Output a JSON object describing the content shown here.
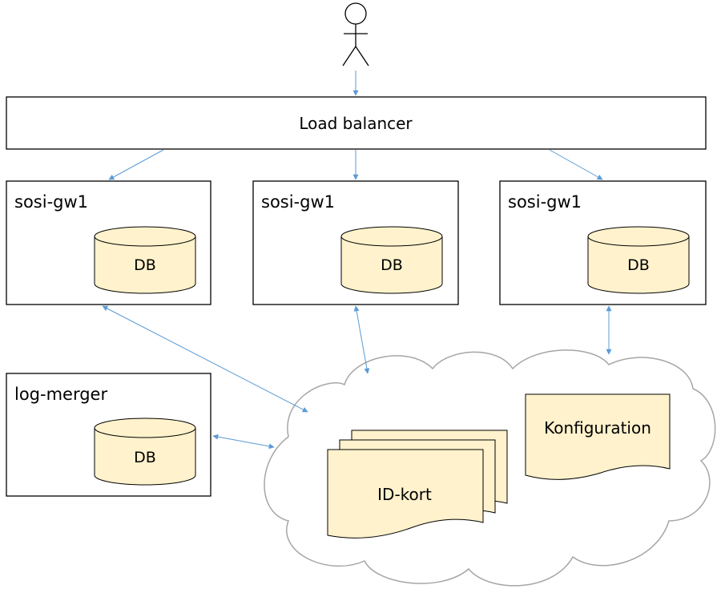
{
  "colors": {
    "arrow": "#5b9bd5",
    "box_stroke": "#000000",
    "db_fill": "#fff2cc",
    "db_stroke": "#000000",
    "cloud_stroke": "#a6a6a6",
    "user_stroke": "#000000"
  },
  "user": {
    "icon": "stick-figure-user-icon"
  },
  "load_balancer": {
    "label": "Load balancer"
  },
  "gateways": [
    {
      "title": "sosi-gw1",
      "db_label": "DB"
    },
    {
      "title": "sosi-gw1",
      "db_label": "DB"
    },
    {
      "title": "sosi-gw1",
      "db_label": "DB"
    }
  ],
  "log_merger": {
    "title": "log-merger",
    "db_label": "DB"
  },
  "cloud": {
    "id_cards": {
      "label": "ID-kort"
    },
    "configuration": {
      "label": "Konfiguration"
    }
  }
}
